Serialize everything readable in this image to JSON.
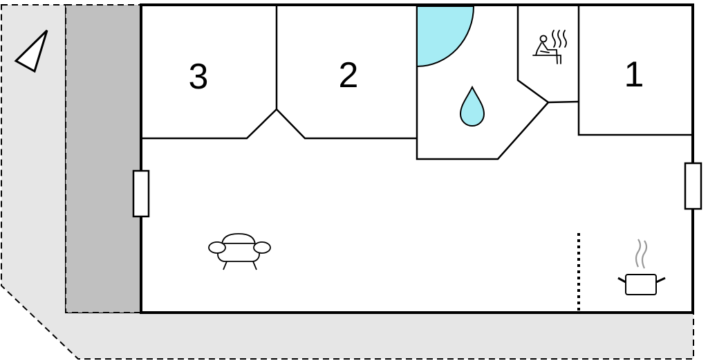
{
  "rooms": {
    "bedroom_3": {
      "number": "3"
    },
    "bedroom_2": {
      "number": "2"
    },
    "bedroom_1": {
      "number": "1"
    },
    "bathroom": {
      "icon": "water-drop-icon",
      "shower_icon": "shower-tray-icon"
    },
    "sauna": {
      "icon": "sauna-icon"
    },
    "living_area": {
      "icon": "sofa-icon"
    },
    "kitchen": {
      "icon": "cooking-pot-icon"
    }
  },
  "outdoor": {
    "terrace": {
      "style": "dashed-outline"
    },
    "covered_terrace": {
      "style": "shaded"
    }
  },
  "orientation": {
    "icon": "north-arrow-icon"
  },
  "colors": {
    "walls": "#000000",
    "terrace_fill": "#e6e6e6",
    "covered_terrace_fill": "#c0c0c0",
    "water": "#a6ecf4",
    "smoke": "#999999"
  }
}
